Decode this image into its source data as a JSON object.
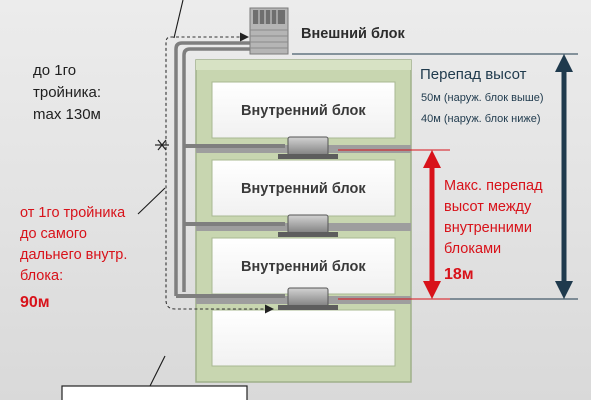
{
  "outdoor_unit": {
    "label": "Внешний блок"
  },
  "indoor_units": [
    {
      "label": "Внутренний блок"
    },
    {
      "label": "Внутренний блок"
    },
    {
      "label": "Внутренний блок"
    }
  ],
  "left_annotation_top": {
    "line1": "до 1го",
    "line2": "тройника:",
    "line3": "max 130м"
  },
  "left_annotation_bottom": {
    "line1": "от 1го тройника",
    "line2": "до самого",
    "line3": "дальнего внутр.",
    "line4": "блока:",
    "value": "90м"
  },
  "height_difference": {
    "title": "Перепад высот",
    "line1": "50м (наруж. блок выше)",
    "line2": "40м (наруж. блок ниже)"
  },
  "indoor_height_difference": {
    "line1": "Макс. перепад",
    "line2": "высот между",
    "line3": "внутренними",
    "line4": "блоками",
    "value": "18м"
  },
  "colors": {
    "red_accent": "#d8121a",
    "dark_arrow": "#1f3a4d",
    "building_green": "#c8d6b0",
    "pipe_gray": "#808080"
  }
}
